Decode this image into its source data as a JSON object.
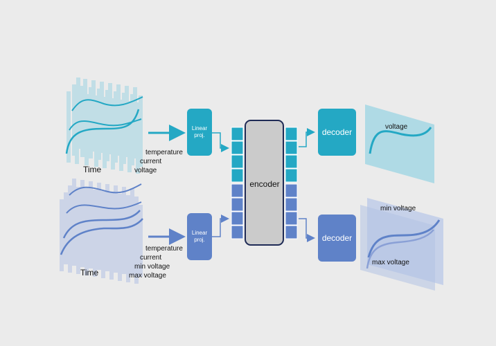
{
  "top_branch": {
    "axis_label": "Time",
    "features": [
      "temperature",
      "current",
      "voltage"
    ],
    "linear_label": "Linear\nproj.",
    "decoder_label": "decoder",
    "output_label": "voltage"
  },
  "bottom_branch": {
    "axis_label": "Time",
    "features": [
      "temperature",
      "current",
      "min voltage",
      "max voltage"
    ],
    "linear_label": "Linear\nproj.",
    "decoder_label": "decoder",
    "output_labels": [
      "min voltage",
      "max voltage"
    ]
  },
  "encoder": {
    "label": "encoder"
  },
  "colors": {
    "background": "#ebebeb",
    "teal": "#24a8c4",
    "teal_light": "#a8d8e4",
    "blue": "#5f82c8",
    "blue_light": "#b3c2e4",
    "encoder_fill": "#cbcbcb",
    "encoder_border": "#1e2a55"
  }
}
